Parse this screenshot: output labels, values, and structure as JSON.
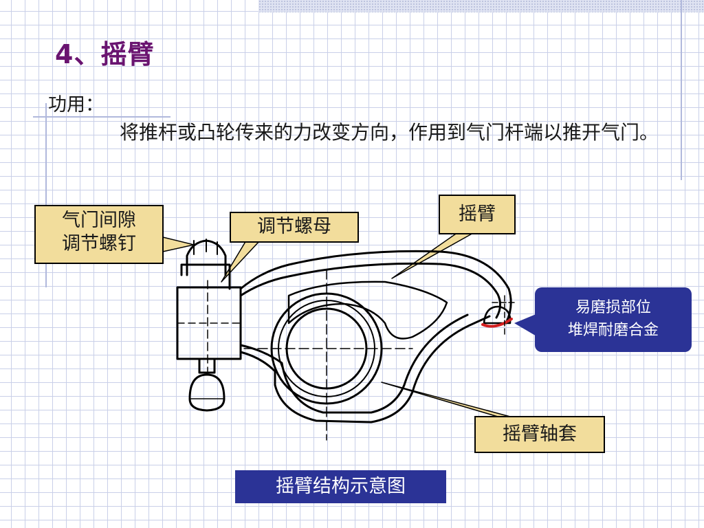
{
  "slide": {
    "title": "4、摇臂",
    "function_label": "功用：",
    "function_text": "将推杆或凸轮传来的力改变方向，作用到气门杆端以推开气门。"
  },
  "callouts": {
    "adjust_screw": {
      "line1": "气门间隙",
      "line2": "调节螺钉"
    },
    "adjust_nut": "调节螺母",
    "rocker_arm": "摇臂",
    "wear_area": {
      "line1": "易磨损部位",
      "line2": "堆焊耐磨合金"
    },
    "shaft_bushing": "摇臂轴套"
  },
  "caption": "摇臂结构示意图",
  "colors": {
    "title": "#6a1470",
    "callout_fill": "#f2dd9c",
    "blue_box": "#2b3396",
    "wear_highlight": "#d42020"
  }
}
